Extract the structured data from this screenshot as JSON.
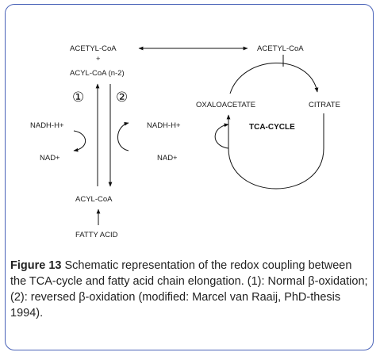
{
  "diagram": {
    "acetyl_coa_left": "ACETYL-CoA",
    "plus": "+",
    "acyl_coa_n2": "ACYL-CoA (n-2)",
    "circle_1": "①",
    "circle_2": "②",
    "nadh_left": "NADH-H+",
    "nad_left": "NAD+",
    "nadh_right": "NADH-H+",
    "nad_right": "NAD+",
    "acyl_coa": "ACYL-CoA",
    "fatty_acid": "FATTY ACID",
    "acetyl_coa_right": "ACETYL-CoA",
    "oxaloacetate": "OXALOACETATE",
    "citrate": "CITRATE",
    "tca_cycle": "TCA-CYCLE"
  },
  "caption": {
    "label": "Figure 13",
    "text": " Schematic representation of the redox coupling between the TCA-cycle and fatty acid chain elongation. (1): Normal β-oxidation; (2): reversed β-oxidation (modified: Marcel van Raaij, PhD-thesis 1994)."
  }
}
